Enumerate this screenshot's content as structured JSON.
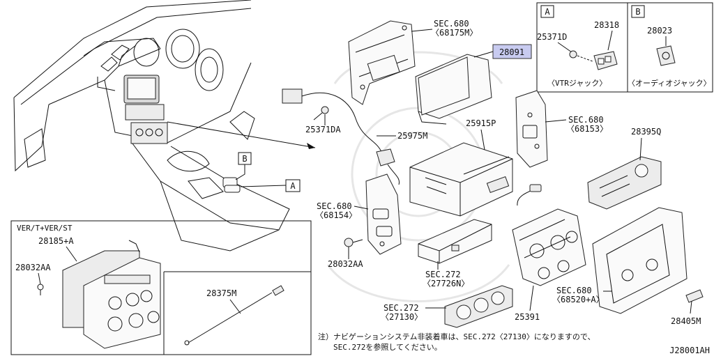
{
  "diagram": {
    "code": "J28001AH",
    "note_line1": "注）ナビゲーションシステム非装着車は、SEC.272〈27130〉になりますので、",
    "note_line2": "SEC.272を参照してください。",
    "box_a": {
      "letter": "A",
      "caption": "〈VTRジャック〉",
      "parts": [
        "25371D",
        "28318"
      ]
    },
    "box_b": {
      "letter": "B",
      "caption": "〈オーディオジャック〉",
      "parts": [
        "28023"
      ]
    },
    "variant_box": {
      "title": "VER/T+VER/ST",
      "parts": [
        "28185+A",
        "28032AA",
        "28375M"
      ]
    },
    "callout_a": "A",
    "callout_b": "B",
    "highlight": "28091",
    "labels": {
      "sec680_a": "SEC.680",
      "sec680_a_ref": "〈68175M〉",
      "sec680_b": "SEC.680",
      "sec680_b_ref": "〈68153〉",
      "sec680_c": "SEC.680",
      "sec680_c_ref": "〈68154〉",
      "sec680_d": "SEC.680",
      "sec680_d_ref": "〈68520+A〉",
      "sec272_a": "SEC.272",
      "sec272_a_ref": "〈27726N〉",
      "sec272_b": "SEC.272",
      "sec272_b_ref": "〈27130〉",
      "p25371DA": "25371DA",
      "p25975M": "25975M",
      "p25915P": "25915P",
      "p28395Q": "28395Q",
      "p28032AA": "28032AA",
      "p25391": "25391",
      "p28405M": "28405M"
    }
  }
}
